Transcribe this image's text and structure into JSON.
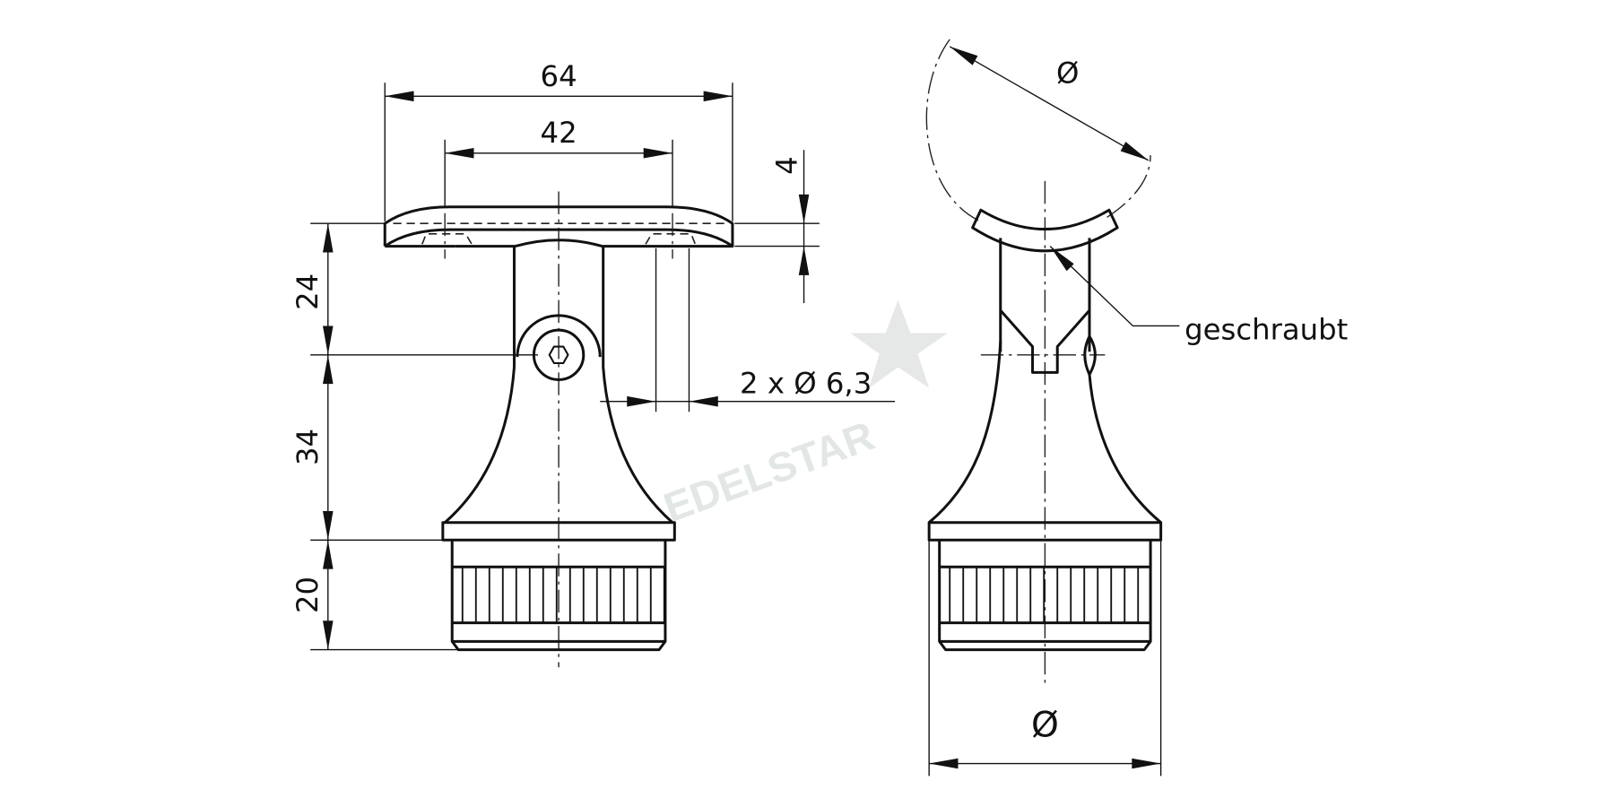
{
  "dimensions": {
    "plate_width": "64",
    "hole_spacing": "42",
    "plate_thickness": "4",
    "height_upper": "24",
    "height_middle": "34",
    "height_lower": "20",
    "holes": "2 x Ø 6,3",
    "rail_diameter": "Ø",
    "tube_diameter": "Ø"
  },
  "annotations": {
    "screwed": "geschraubt"
  },
  "watermark": "EDELSTAR"
}
